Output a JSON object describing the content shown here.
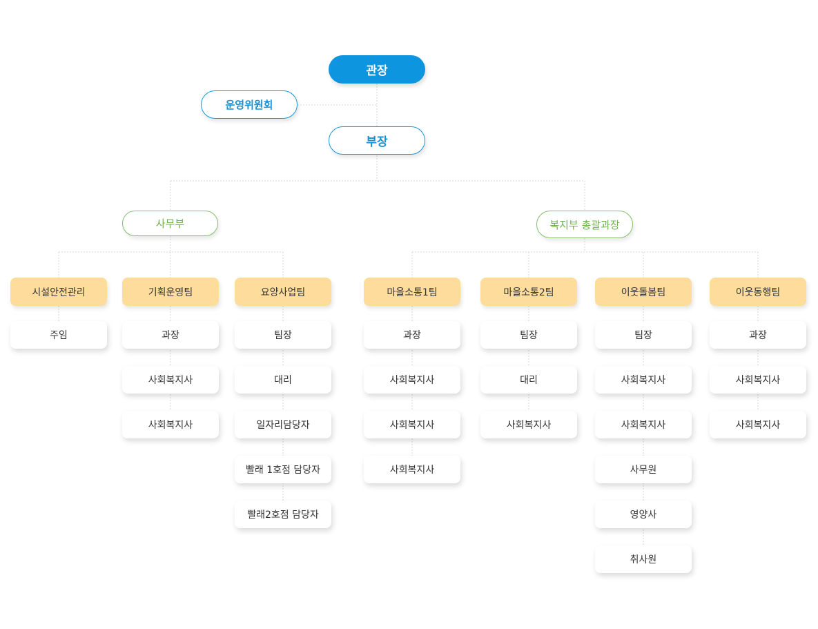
{
  "director": "관장",
  "committee": "운영위원회",
  "deputy": "부장",
  "divisions": {
    "office": "사무부",
    "welfare": "복지부 총괄과장"
  },
  "teams": [
    {
      "name": "시설안전관리",
      "positions": [
        "주임"
      ]
    },
    {
      "name": "기획운영팀",
      "positions": [
        "과장",
        "사회복지사",
        "사회복지사"
      ]
    },
    {
      "name": "요양사업팀",
      "positions": [
        "팀장",
        "대리",
        "일자리담당자",
        "빨래 1호점 담당자",
        "빨래2호점 담당자"
      ]
    },
    {
      "name": "마을소통1팀",
      "positions": [
        "과장",
        "사회복지사",
        "사회복지사",
        "사회복지사"
      ]
    },
    {
      "name": "마을소통2팀",
      "positions": [
        "팀장",
        "대리",
        "사회복지사"
      ]
    },
    {
      "name": "이웃돌봄팀",
      "positions": [
        "팀장",
        "사회복지사",
        "사회복지사",
        "사무원",
        "영양사",
        "취사원"
      ]
    },
    {
      "name": "이웃동행팀",
      "positions": [
        "과장",
        "사회복지사",
        "사회복지사"
      ]
    }
  ],
  "colors": {
    "director_fill": "#0e95df",
    "outline_blue": "#1b94d9",
    "outline_green": "#82c06a",
    "team_fill": "#fddc9c",
    "connector": "#d6d6d6"
  }
}
